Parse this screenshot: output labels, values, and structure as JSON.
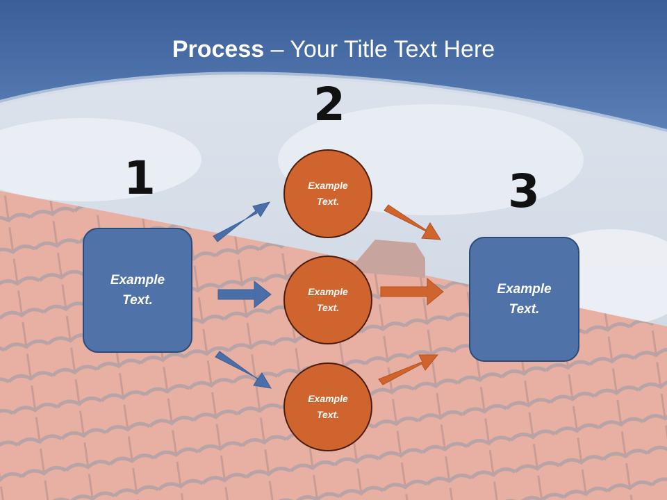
{
  "title": {
    "bold": "Process",
    "rest": " – Your Title Text Here"
  },
  "steps": [
    {
      "number": "1",
      "text": "Example\nText."
    },
    {
      "number": "2",
      "items": [
        "Example\nText.",
        "Example\nText.",
        "Example\nText."
      ]
    },
    {
      "number": "3",
      "text": "Example\nText."
    }
  ],
  "colors": {
    "header_blue": "#4a6ea8",
    "box_blue": "#4f72a8",
    "circle_orange": "#d0642e",
    "arrow_blue": "#4a6ea8",
    "arrow_orange": "#d0642e"
  }
}
